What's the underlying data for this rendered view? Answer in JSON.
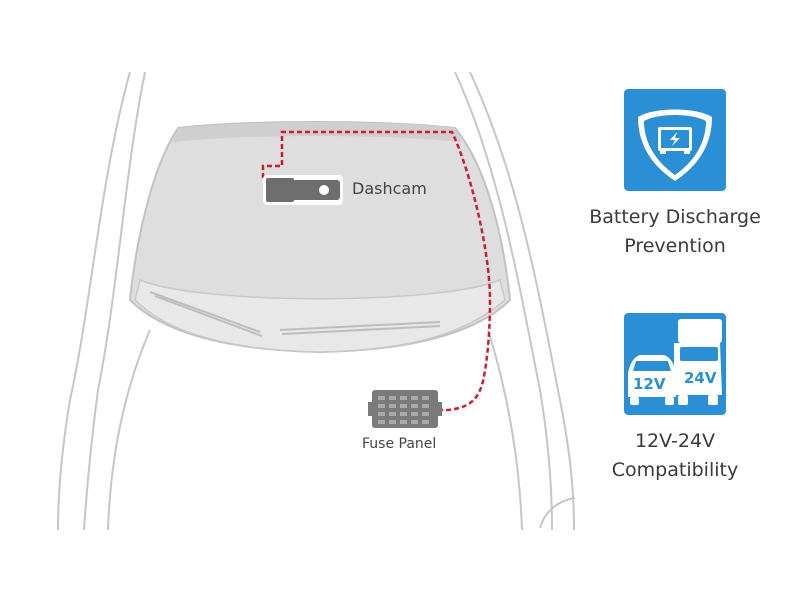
{
  "labels": {
    "dashcam": "Dashcam",
    "fuse_panel": "Fuse Panel"
  },
  "features": [
    {
      "icon": "battery-shield-icon",
      "line1": "Battery Discharge",
      "line2": "Prevention"
    },
    {
      "icon": "vehicle-voltage-icon",
      "line1": "12V-24V",
      "line2": "Compatibility",
      "tags": [
        "12V",
        "24V"
      ]
    }
  ],
  "colors": {
    "tile_blue": "#2b8fd6",
    "wire_red": "#cc1f2b",
    "car_outline": "#c4c4c4",
    "windshield_fill": "#dcdcdc",
    "device_gray": "#707070"
  }
}
